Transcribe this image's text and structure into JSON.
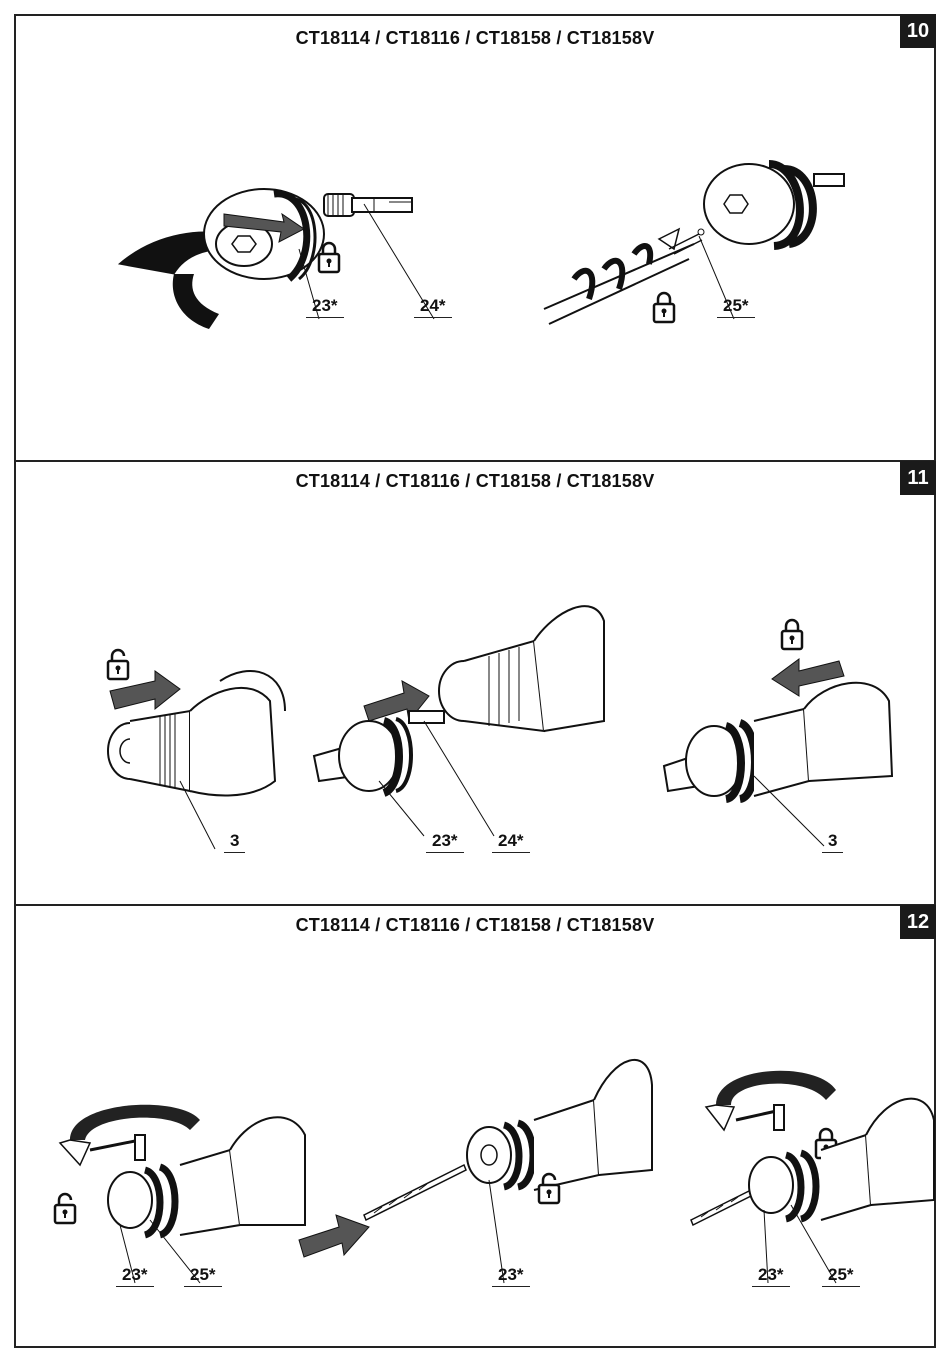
{
  "panels": [
    {
      "number": "10",
      "title": "CT18114 / CT18116 / CT18158 /  CT18158V",
      "callouts": [
        "23*",
        "24*",
        "25*"
      ]
    },
    {
      "number": "11",
      "title": "CT18114 / CT18116 / CT18158 /  CT18158V",
      "callouts": [
        "3",
        "23*",
        "24*",
        "3"
      ]
    },
    {
      "number": "12",
      "title": "CT18114 / CT18116 / CT18158 /  CT18158V",
      "callouts": [
        "23*",
        "25*",
        "23*",
        "23*",
        "25*"
      ]
    }
  ],
  "icons": [
    "lock-icon",
    "unlock-icon",
    "push-arrow-icon",
    "rotation-arrow-icon"
  ]
}
